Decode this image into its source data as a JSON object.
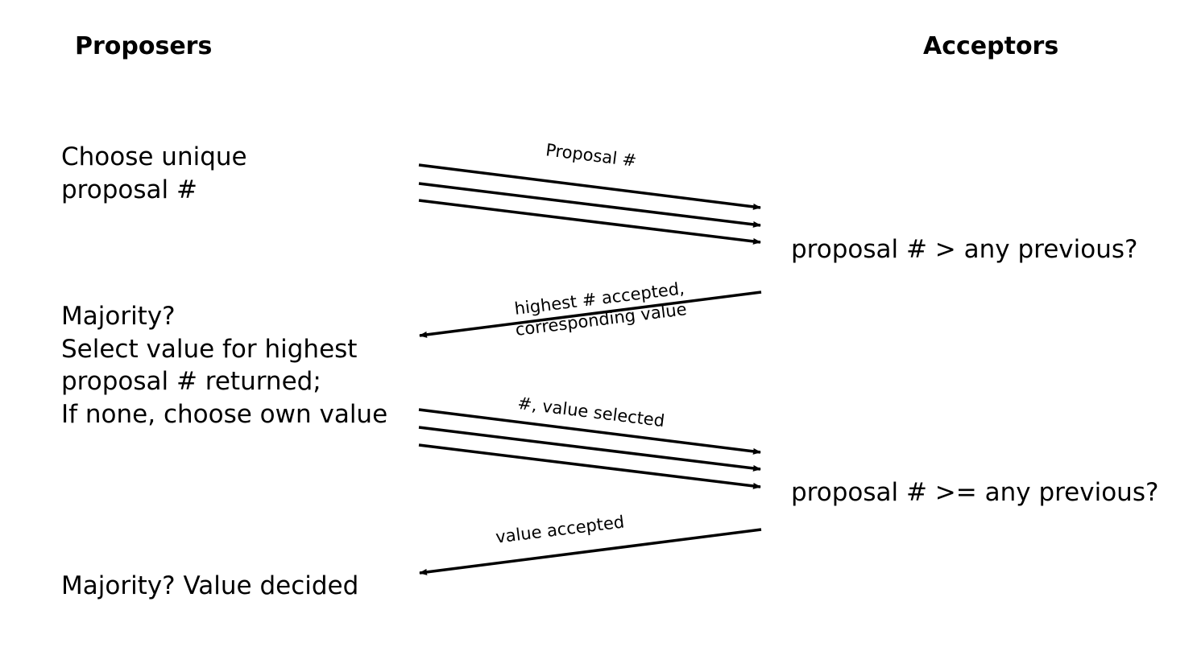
{
  "headers": {
    "proposers": "Proposers",
    "acceptors": "Acceptors"
  },
  "proposer_steps": {
    "choose": [
      "Choose unique",
      "proposal #"
    ],
    "select": [
      "Majority?",
      "Select value for highest",
      "proposal # returned;",
      "If none, choose own value"
    ],
    "decided": "Majority? Value decided"
  },
  "acceptor_steps": {
    "prepare_check": "proposal # > any previous?",
    "accept_check": "proposal # >= any previous?"
  },
  "messages": {
    "prepare": "Proposal #",
    "promise": [
      "highest # accepted,",
      "corresponding value"
    ],
    "accept": "#, value selected",
    "accepted": "value accepted"
  }
}
